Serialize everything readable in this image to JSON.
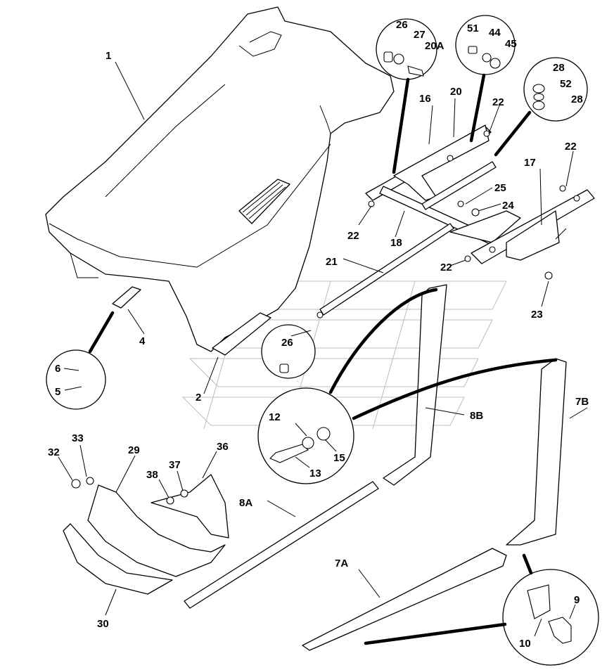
{
  "diagram": {
    "labels": [
      {
        "id": "1",
        "text": "1"
      },
      {
        "id": "2",
        "text": "2"
      },
      {
        "id": "4",
        "text": "4"
      },
      {
        "id": "5",
        "text": "5"
      },
      {
        "id": "6",
        "text": "6"
      },
      {
        "id": "7A",
        "text": "7A"
      },
      {
        "id": "7B",
        "text": "7B"
      },
      {
        "id": "8A",
        "text": "8A"
      },
      {
        "id": "8B",
        "text": "8B"
      },
      {
        "id": "9",
        "text": "9"
      },
      {
        "id": "10",
        "text": "10"
      },
      {
        "id": "12",
        "text": "12"
      },
      {
        "id": "13",
        "text": "13"
      },
      {
        "id": "15",
        "text": "15"
      },
      {
        "id": "16",
        "text": "16"
      },
      {
        "id": "17",
        "text": "17"
      },
      {
        "id": "18",
        "text": "18"
      },
      {
        "id": "20",
        "text": "20"
      },
      {
        "id": "20A",
        "text": "20A"
      },
      {
        "id": "21",
        "text": "21"
      },
      {
        "id": "22a",
        "text": "22"
      },
      {
        "id": "22b",
        "text": "22"
      },
      {
        "id": "22c",
        "text": "22"
      },
      {
        "id": "22d",
        "text": "22"
      },
      {
        "id": "23",
        "text": "23"
      },
      {
        "id": "24",
        "text": "24"
      },
      {
        "id": "25",
        "text": "25"
      },
      {
        "id": "26a",
        "text": "26"
      },
      {
        "id": "26b",
        "text": "26"
      },
      {
        "id": "27",
        "text": "27"
      },
      {
        "id": "28a",
        "text": "28"
      },
      {
        "id": "28b",
        "text": "28"
      },
      {
        "id": "29",
        "text": "29"
      },
      {
        "id": "30",
        "text": "30"
      },
      {
        "id": "32",
        "text": "32"
      },
      {
        "id": "33",
        "text": "33"
      },
      {
        "id": "36",
        "text": "36"
      },
      {
        "id": "37",
        "text": "37"
      },
      {
        "id": "38",
        "text": "38"
      },
      {
        "id": "44",
        "text": "44"
      },
      {
        "id": "45",
        "text": "45"
      },
      {
        "id": "51",
        "text": "51"
      },
      {
        "id": "52",
        "text": "52"
      }
    ]
  }
}
